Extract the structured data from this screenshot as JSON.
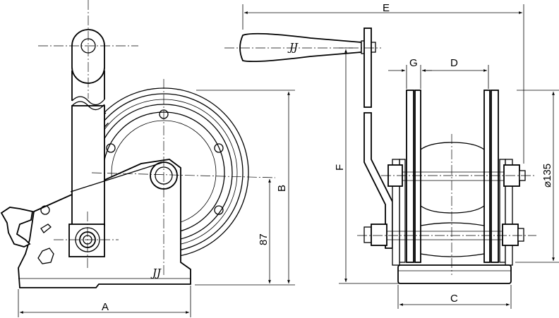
{
  "dimensions": {
    "A": "A",
    "B": "B",
    "C": "C",
    "D": "D",
    "E": "E",
    "F": "F",
    "G": "G",
    "h87": "87",
    "dia135": "⌀135"
  },
  "logo": {
    "side_view_mark": "JJ",
    "handle_mark": "JJ"
  },
  "colors": {
    "line": "#000000",
    "background": "#ffffff"
  }
}
